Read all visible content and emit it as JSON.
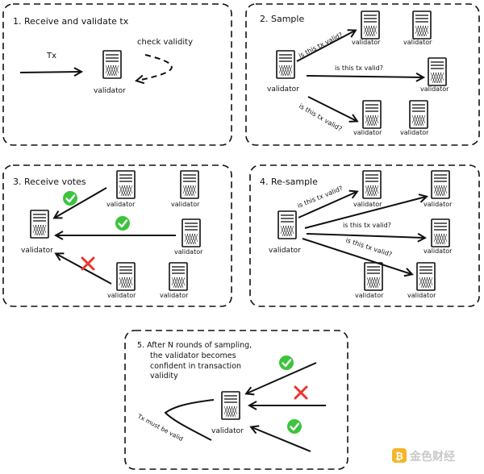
{
  "panels": {
    "p1": {
      "title": "1. Receive and validate tx",
      "tx_label": "Tx",
      "check_label": "check validity",
      "validator_label": "validator"
    },
    "p2": {
      "title": "2. Sample",
      "validator_label": "validator",
      "question": "is this tx valid?"
    },
    "p3": {
      "title": "3. Receive votes",
      "validator_label": "validator"
    },
    "p4": {
      "title": "4. Re-sample",
      "validator_label": "validator",
      "question": "is this tx valid?"
    },
    "p5": {
      "title_lines": [
        "5. After N rounds of sampling,",
        "the validator becomes",
        "confident in transaction",
        "validity"
      ],
      "validator_label": "validator",
      "curve_label": "Tx must be valid"
    }
  },
  "icons": {
    "server": "server-icon",
    "check": "check-circle-icon",
    "cross": "red-x-icon"
  },
  "colors": {
    "check_green": "#3cc43c",
    "cross_red": "#e8352b",
    "watermark_gold": "#f4b52a"
  },
  "watermark": {
    "text": "金色财经"
  }
}
